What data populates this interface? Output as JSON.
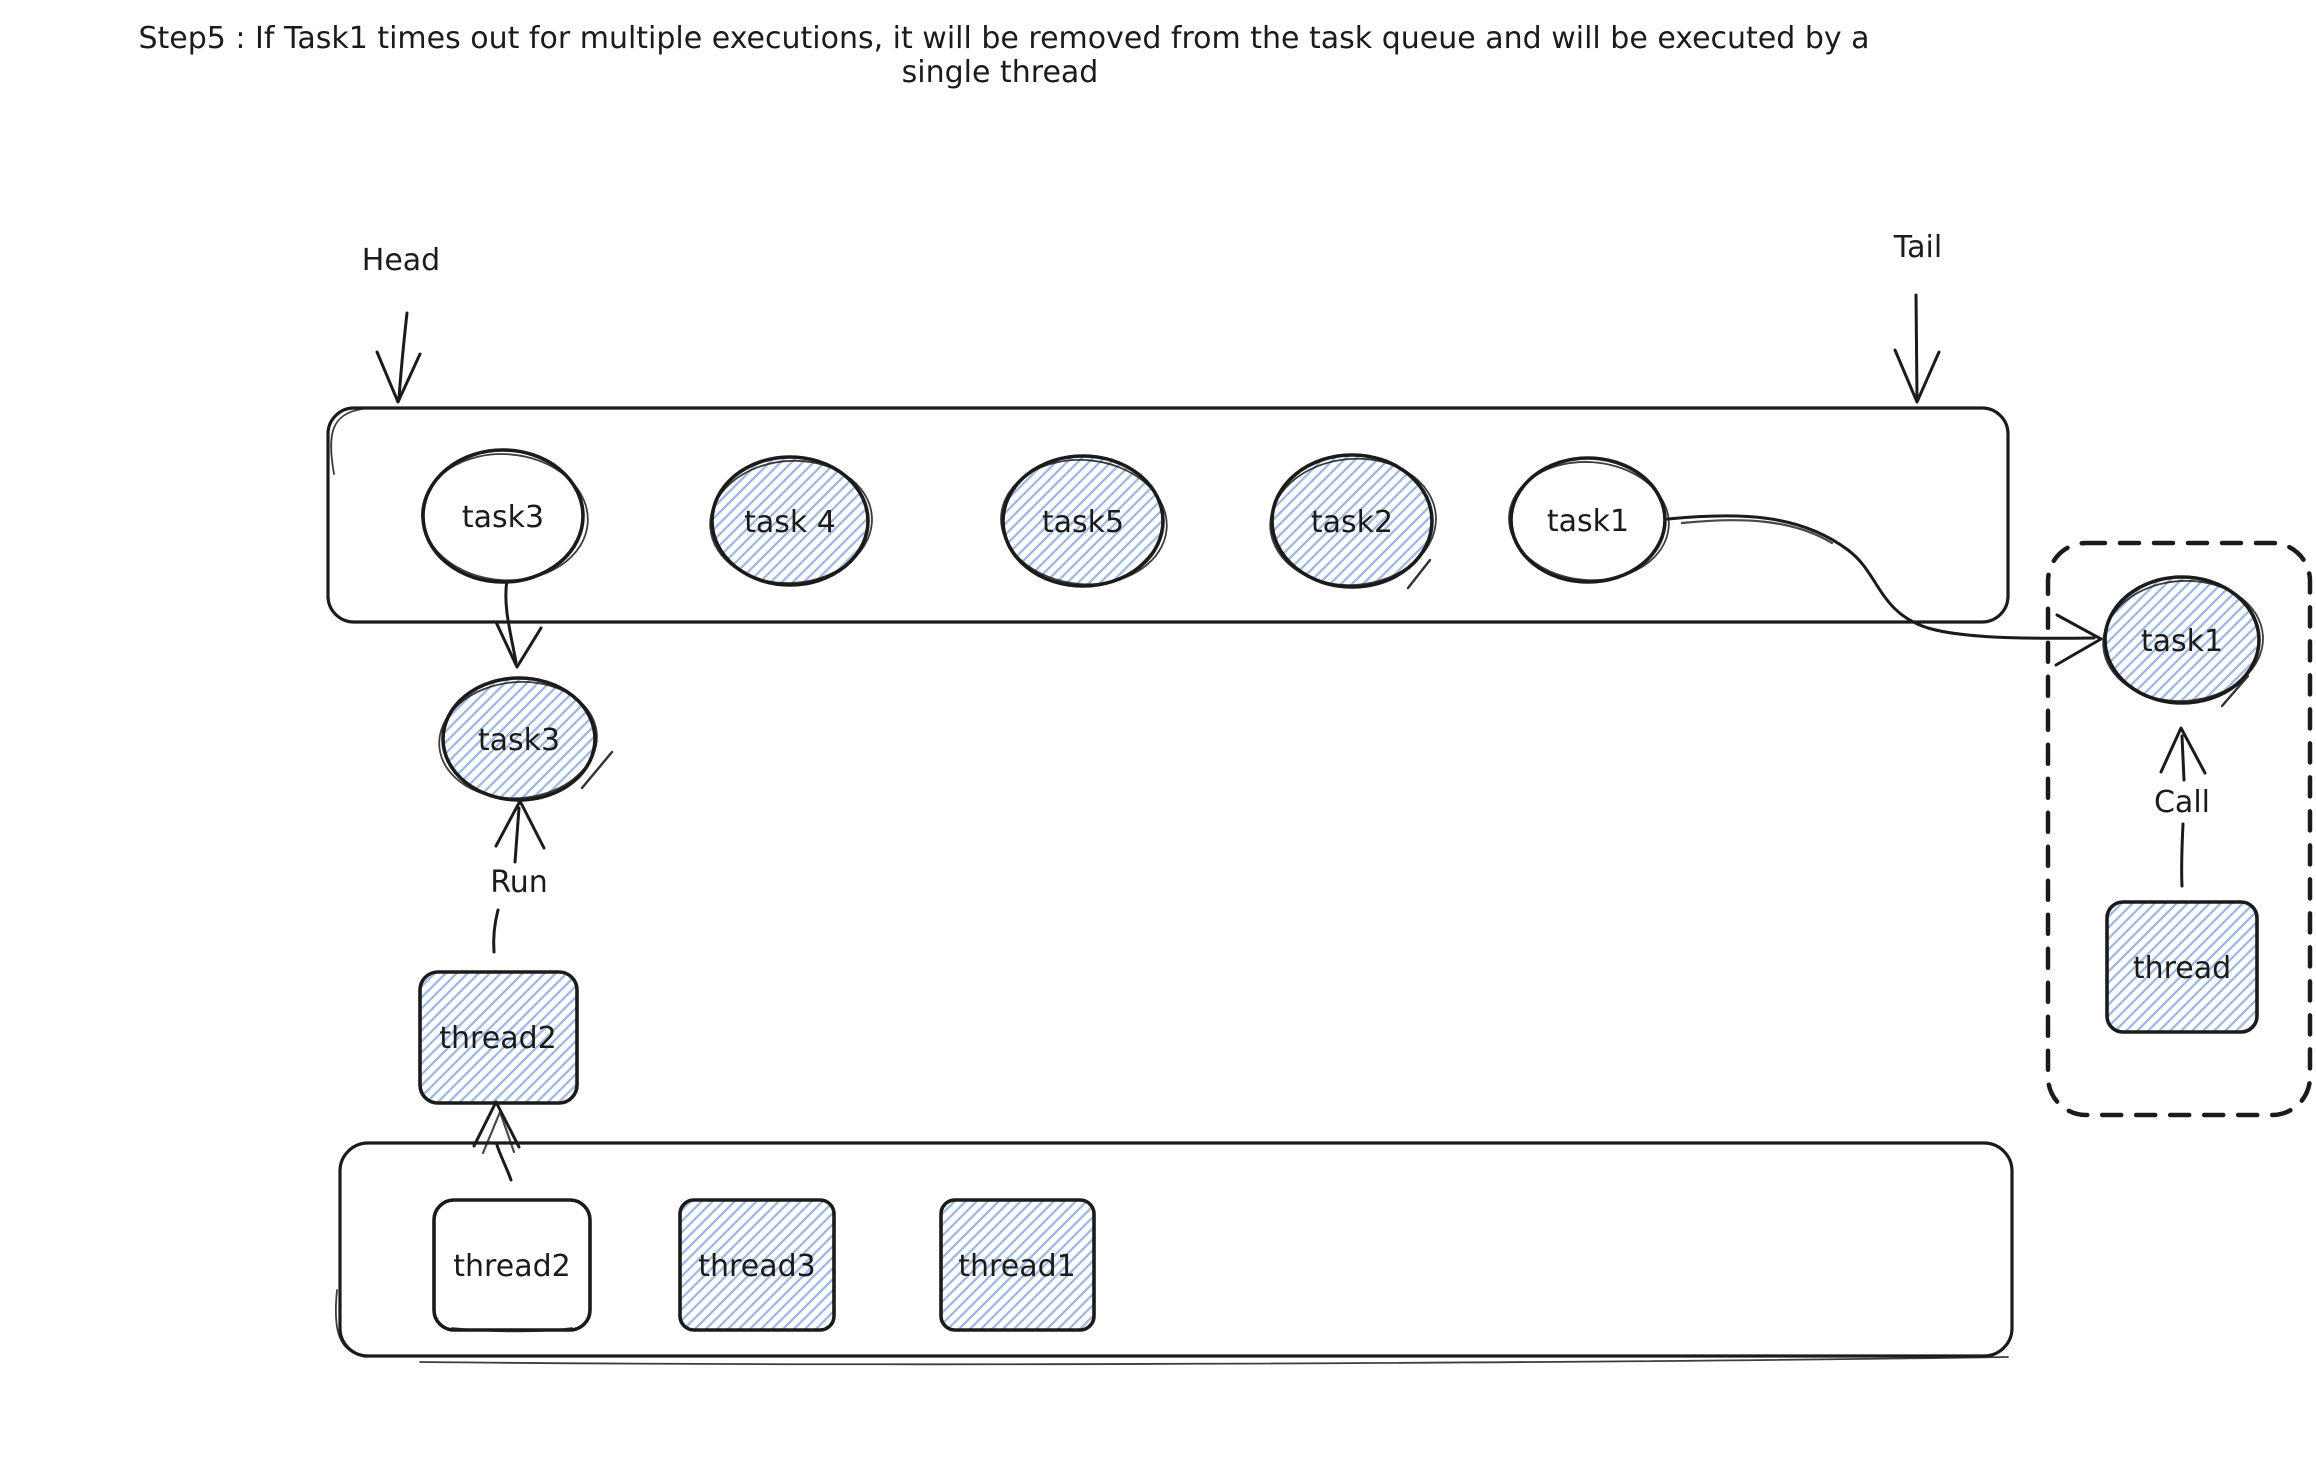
{
  "title": {
    "line1": "Step5 : If Task1 times out for multiple executions, it will be removed from the task queue and will be executed by a",
    "line2": "single thread"
  },
  "labels": {
    "head": "Head",
    "tail": "Tail",
    "run": "Run",
    "call": "Call"
  },
  "task_queue": {
    "tasks": [
      {
        "label": "task3",
        "filled": false
      },
      {
        "label": "task 4",
        "filled": true
      },
      {
        "label": "task5",
        "filled": true
      },
      {
        "label": "task2",
        "filled": true
      },
      {
        "label": "task1",
        "filled": false
      }
    ]
  },
  "running_task": {
    "label": "task3"
  },
  "running_thread": {
    "label": "thread2"
  },
  "thread_pool": {
    "threads": [
      {
        "label": "thread2",
        "filled": false
      },
      {
        "label": "thread3",
        "filled": true
      },
      {
        "label": "thread1",
        "filled": true
      }
    ]
  },
  "single_thread_box": {
    "task": "task1",
    "thread": "thread"
  },
  "colors": {
    "stroke": "#1b1b1b",
    "hatch": "#a3bce5",
    "background": "#ffffff"
  }
}
